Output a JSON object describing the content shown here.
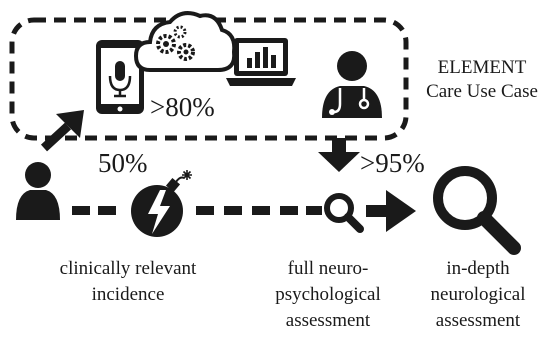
{
  "element_label": {
    "line1": "ELEMENT",
    "line2": "Care Use Case"
  },
  "percent_80": ">80%",
  "percent_50": "50%",
  "percent_95": ">95%",
  "stages": [
    {
      "line1": "clinically relevant",
      "line2": "incidence"
    },
    {
      "line1": "full neuro-",
      "line2": "psychological",
      "line3": "assessment"
    },
    {
      "line1": "in-depth",
      "line2": "neurological",
      "line3": "assessment"
    }
  ],
  "colors": {
    "ink": "#1a1a1a",
    "background": "#ffffff"
  },
  "icons": [
    "smartphone-microphone-icon",
    "cloud-gears-icon",
    "laptop-chart-icon",
    "doctor-icon",
    "person-icon",
    "bomb-lightning-icon",
    "small-magnifier-icon",
    "large-magnifier-icon"
  ]
}
